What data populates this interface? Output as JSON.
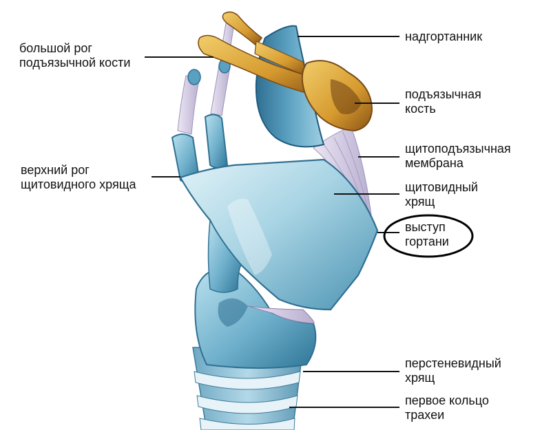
{
  "diagram": {
    "labels": {
      "greater_horn": [
        "большой рог",
        "подъязычной кости"
      ],
      "superior_horn": [
        "верхний рог",
        "щитовидного хряща"
      ],
      "epiglottis": [
        "надгортанник"
      ],
      "hyoid": [
        "подъязычная",
        "кость"
      ],
      "membrane": [
        "щитоподъязычная",
        "мембрана"
      ],
      "thyroid": [
        "щитовидный",
        "хрящ"
      ],
      "prominence": [
        "выступ",
        "гортани"
      ],
      "cricoid": [
        "перстеневидный",
        "хрящ"
      ],
      "ring": [
        "первое кольцо",
        "трахеи"
      ]
    },
    "highlighted": "prominence"
  },
  "colors": {
    "cartilage": "#8ec8dc",
    "cartilage_dark": "#3f88a8",
    "bone": "#d9a53a",
    "bone_dark": "#7a4a14",
    "membrane": "#cfc7dd",
    "leader": "#111111",
    "ellipse": "#000000"
  }
}
